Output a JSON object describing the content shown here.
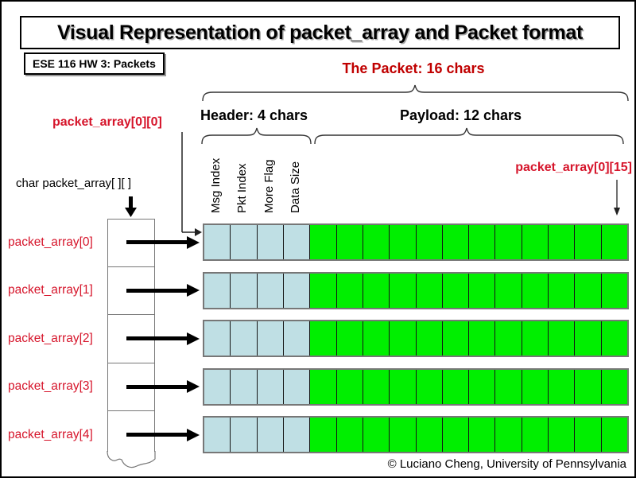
{
  "slide": {
    "title": "Visual Representation of packet_array and Packet format",
    "course_badge": "ESE 116 HW 3: Packets",
    "copyright": "© Luciano Cheng, University of Pennsylvania"
  },
  "packet": {
    "heading": "The Packet: 16 chars",
    "header_label": "Header: 4 chars",
    "payload_label": "Payload: 12 chars",
    "header_field_labels": [
      "Msg Index",
      "Pkt Index",
      "More Flag",
      "Data Size"
    ],
    "header_cells": 4,
    "payload_cells": 12,
    "total_cells": 16
  },
  "array": {
    "declaration": "char packet_array[ ][ ]",
    "first_cell_pointer": "packet_array[0][0]",
    "last_cell_pointer": "packet_array[0][15]",
    "rows": [
      {
        "label": "packet_array[0]"
      },
      {
        "label": "packet_array[1]"
      },
      {
        "label": "packet_array[2]"
      },
      {
        "label": "packet_array[3]"
      },
      {
        "label": "packet_array[4]"
      }
    ]
  },
  "colors": {
    "header_cell": "#bfdfe4",
    "payload_cell": "#00ef00",
    "heading_red": "#c00000",
    "label_red": "#d6152b"
  }
}
